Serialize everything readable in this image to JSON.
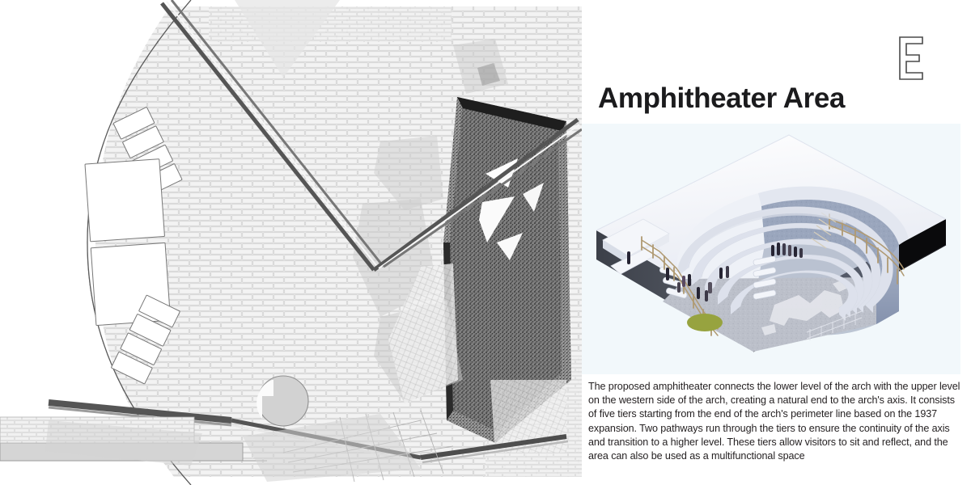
{
  "board": {
    "sheet_mark": "E",
    "title": "Amphitheater Area",
    "description": "The proposed amphitheater connects the lower level of the arch with the upper level on the western side of the arch, creating a natural end to the arch's axis. It consists of five tiers starting from the end of the arch's perimeter line based on the 1937 expansion. Two pathways run through the tiers to ensure the continuity of the axis and transition to a higher level. These tiers allow visitors to sit and reflect, and the area can also be used as a multifunctional space"
  },
  "colors": {
    "page_background": "#ffffff",
    "title_text": "#1b1b1d",
    "body_text": "#231f20",
    "render_background": "#f2f8fb",
    "plan_line": "#6e6e6e",
    "plan_paving_fill": "#f4f4f4",
    "plan_paving_joint": "#c9c9c9",
    "plan_tier_fill": "#ffffff",
    "plan_shadow": "#d6d6d6",
    "plan_arch_mass": "#4a4a4a",
    "plan_rail_dark": "#5c5c5c",
    "render_tier_top": "#fdfdfe",
    "render_tier_side": "#d9dde8",
    "render_wall": "#9aa6bd",
    "render_floor": "#b9bcc6",
    "render_base_dark": "#0a0a0c",
    "render_base_side": "#51555f",
    "render_railing": "#b09a72",
    "render_planting": "#97a33f",
    "render_figure": "#262433"
  },
  "plan": {
    "name": "amphitheater-site-plan",
    "elements": {
      "paving_field": "running-bond paver field",
      "tier_bands": "five concentric curved seating tiers",
      "perimeter_arc": "arch perimeter line (1937 expansion)",
      "pathway_count": 2,
      "arch_mass": "existing arch structural mass (stippled)",
      "circular_feature": "circular plaza feature",
      "railing_band": "dark perimeter railing band"
    },
    "tier_count": 5
  },
  "render": {
    "name": "amphitheater-axonometric",
    "view": "axonometric",
    "elements": {
      "tiers": "five curved seating tiers",
      "retaining_wall": "curved retaining wall",
      "plaza_floor": "lower plaza floor",
      "railing": "perimeter guardrail",
      "planting": "planted green area",
      "base_slab": "site base slab",
      "figures": "visitor figures"
    },
    "figure_count": 16
  }
}
